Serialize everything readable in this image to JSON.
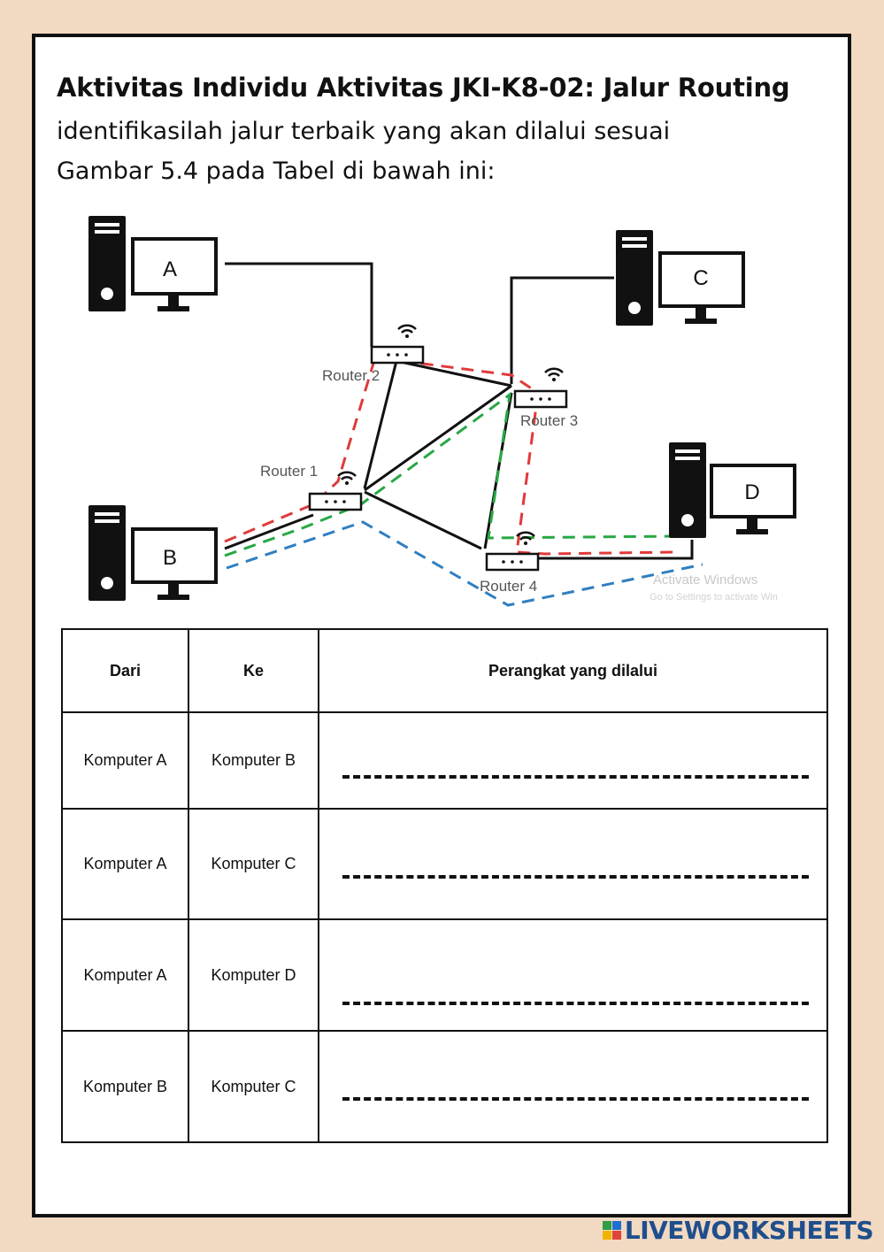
{
  "header": {
    "title": "Aktivitas Individu Aktivitas JKI-K8-02: Jalur Routing",
    "instruction_line1": "identifikasilah jalur terbaik yang akan dilalui sesuai",
    "instruction_line2": "Gambar 5.4 pada Tabel di bawah ini:"
  },
  "diagram": {
    "computers": {
      "a": "A",
      "b": "B",
      "c": "C",
      "d": "D"
    },
    "routers": {
      "r1": "Router 1",
      "r2": "Router 2",
      "r3": "Router 3",
      "r4": "Router 4"
    },
    "watermark_line1": "Activate Windows",
    "watermark_line2": "Go to Settings to activate Win",
    "colors": {
      "red_path": "#e03a3a",
      "green_path": "#27a844",
      "blue_path": "#2f7fc1",
      "link": "#111111"
    }
  },
  "table": {
    "headers": {
      "from": "Dari",
      "to": "Ke",
      "devices": "Perangkat yang dilalui"
    },
    "rows": [
      {
        "from": "Komputer A",
        "to": "Komputer B"
      },
      {
        "from": "Komputer A",
        "to": "Komputer C"
      },
      {
        "from": "Komputer A",
        "to": "Komputer D"
      },
      {
        "from": "Komputer B",
        "to": "Komputer C"
      }
    ]
  },
  "footer": {
    "brand": "LIVEWORKSHEETS"
  }
}
